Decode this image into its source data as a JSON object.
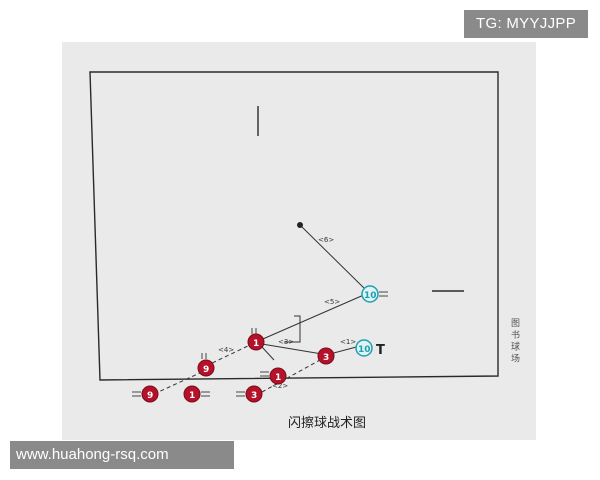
{
  "watermarks": {
    "top": "TG: MYYJJPP",
    "bottom": "www.huahong-rsq.com"
  },
  "diagram": {
    "caption": "闪擦球战术图",
    "side_text": "图 书 球 场",
    "labels": [
      "<1>",
      "<2>",
      "<3>",
      "<4>",
      "<5>",
      "<6>"
    ],
    "players": [
      {
        "id": "p1a",
        "num": "1"
      },
      {
        "id": "p1b",
        "num": "1"
      },
      {
        "id": "p3",
        "num": "3"
      },
      {
        "id": "p9",
        "num": "9"
      },
      {
        "id": "p1c",
        "num": "1"
      },
      {
        "id": "p3b",
        "num": "3"
      },
      {
        "id": "p9b",
        "num": "9"
      }
    ],
    "opponents": [
      {
        "id": "o10a",
        "num": "10"
      },
      {
        "id": "o10b",
        "num": "10"
      }
    ],
    "t_marker": "T",
    "colors": {
      "player": "#b5122a",
      "opponent": "#1f9fb0"
    }
  }
}
